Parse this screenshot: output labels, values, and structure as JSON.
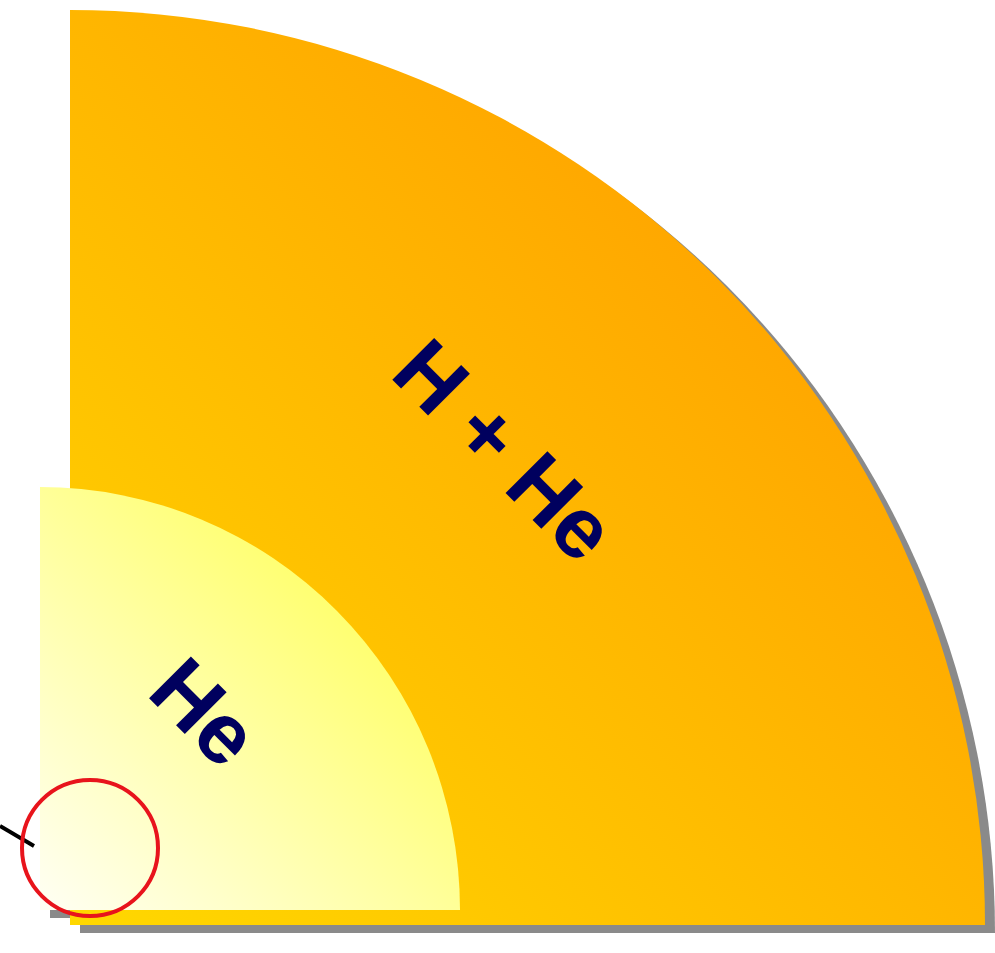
{
  "diagram": {
    "nodes": [
      {
        "text": [
          "H + He"
        ]
      },
      {
        "text": [
          "He"
        ],
        "in": 0
      }
    ]
  }
}
